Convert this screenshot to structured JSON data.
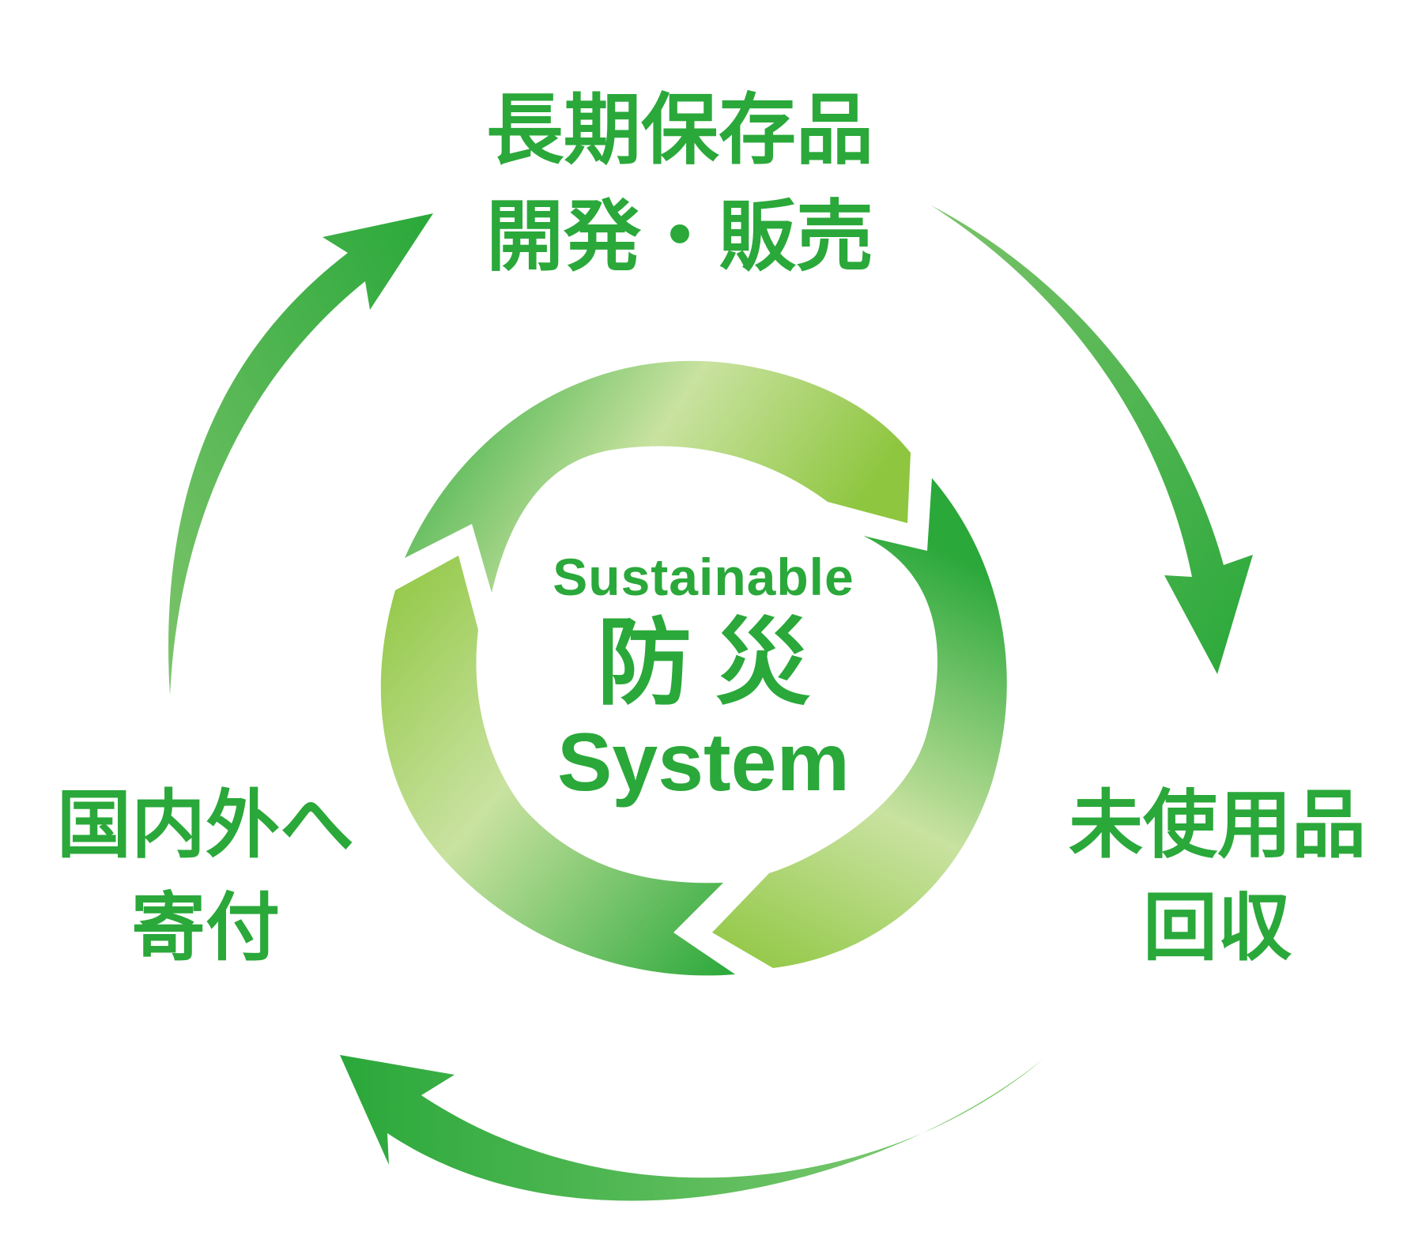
{
  "diagram": {
    "steps": [
      {
        "id": "top",
        "lines": [
          "長期保存品",
          "開発・販売"
        ]
      },
      {
        "id": "right",
        "lines": [
          "未使用品",
          "回収"
        ]
      },
      {
        "id": "left",
        "lines": [
          "国内外へ",
          "寄付"
        ]
      }
    ],
    "center": {
      "subtitle": "Sustainable",
      "title": "防災",
      "tail": "System"
    }
  },
  "colors": {
    "primary_green": "#2aa83a",
    "light_green": "#8ec63f",
    "pale_green": "#c9e2a0"
  }
}
